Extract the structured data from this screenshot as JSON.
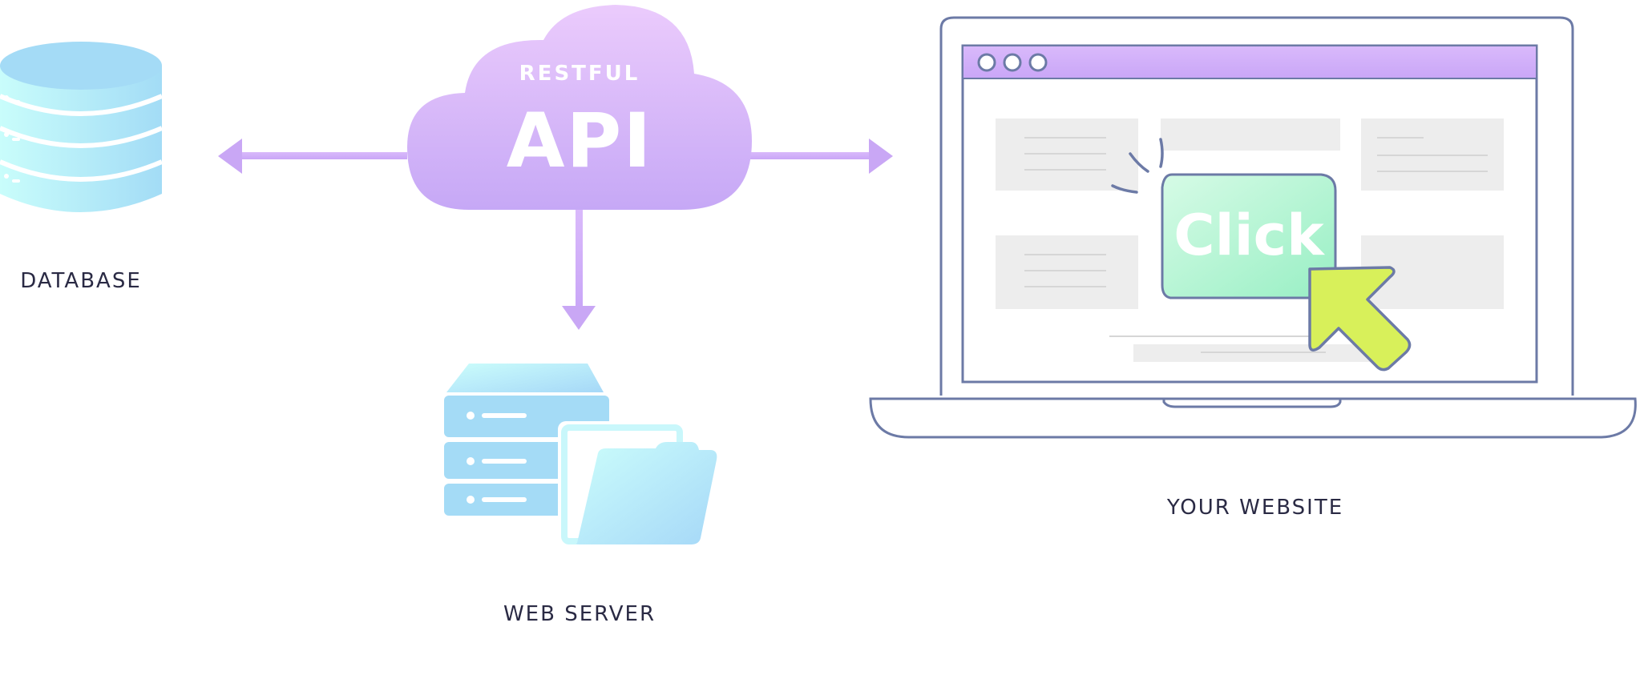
{
  "cloud": {
    "line1": "RESTFUL",
    "line2": "API"
  },
  "labels": {
    "database": "DATABASE",
    "web_server": "WEB SERVER",
    "website": "YOUR WEBSITE"
  },
  "screen": {
    "button_text": "Click"
  },
  "colors": {
    "purple_top": "#e6c8fb",
    "purple_bottom": "#c5a6f5",
    "arrow": "#cda9f2",
    "cyan_light": "#c8fcfb",
    "cyan": "#a4ddf7",
    "outline": "#6c7aa6",
    "green_light": "#9df0c6",
    "green": "#d4fbe4",
    "cursor": "#d8f05a",
    "placeholder": "#ededed",
    "label_text": "#2a2a44"
  },
  "icons": [
    "database-icon",
    "cloud-icon",
    "web-server-icon",
    "folder-icon",
    "laptop-icon",
    "cursor-icon"
  ]
}
